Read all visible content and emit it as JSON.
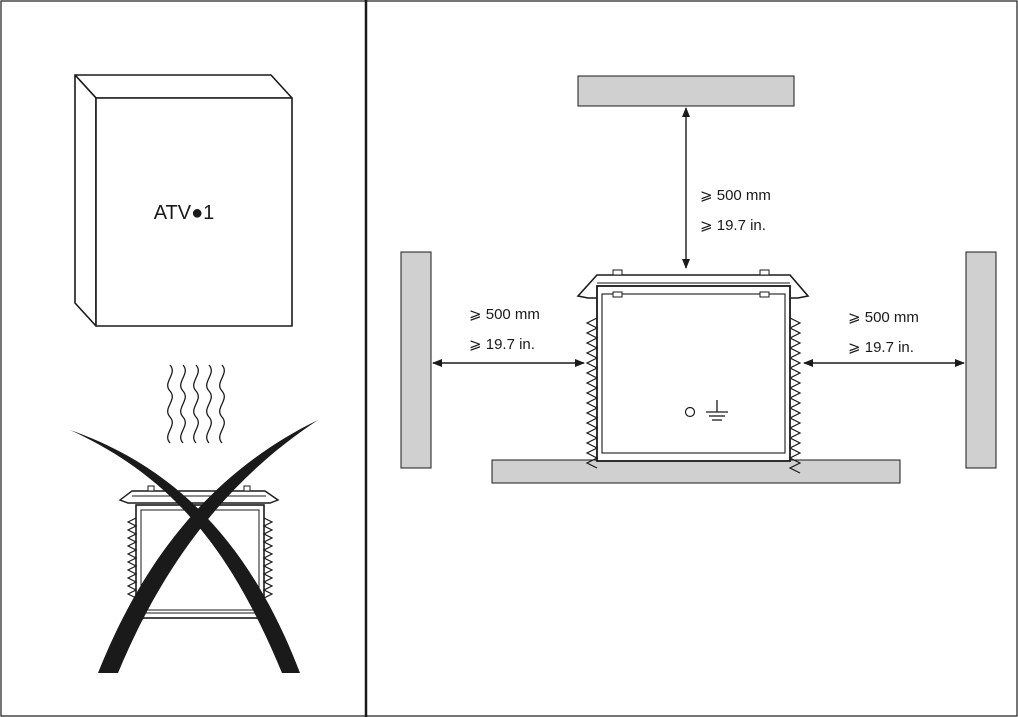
{
  "device_label": "ATV●1",
  "clearance": {
    "top": {
      "metric": "⩾ 500 mm",
      "imperial": "⩾ 19.7 in."
    },
    "left": {
      "metric": "⩾ 500 mm",
      "imperial": "⩾ 19.7 in."
    },
    "right": {
      "metric": "⩾ 500 mm",
      "imperial": "⩾ 19.7 in."
    }
  },
  "icons": {
    "heat": "heat-waves-icon",
    "prohibited": "prohibited-cross-icon",
    "ground": "ground-symbol-icon"
  },
  "colors": {
    "line": "#1a1a1a",
    "surface_fill": "#d0d0d0",
    "background": "#ffffff"
  }
}
